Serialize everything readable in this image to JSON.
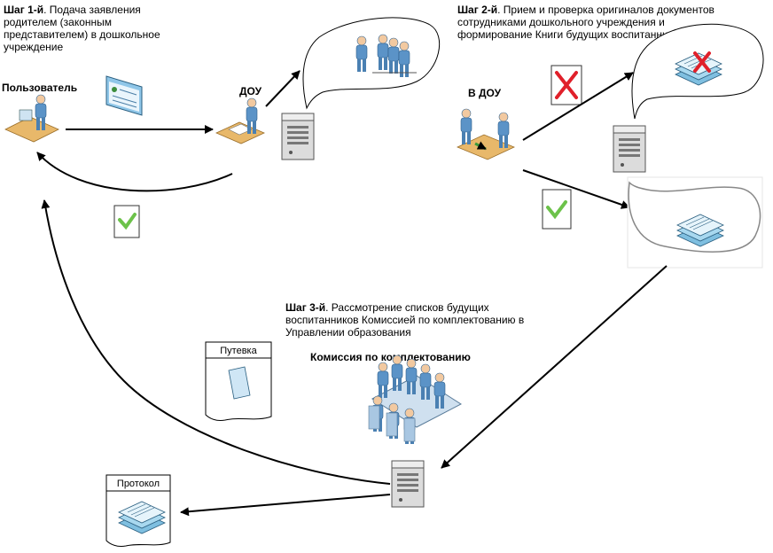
{
  "steps": [
    {
      "prefix": "Шаг 1-й",
      "text": ". Подача заявления родителем (законным представителем) в дошкольное учреждение"
    },
    {
      "prefix": "Шаг 2-й",
      "text": ". Прием и проверка оригиналов документов сотрудниками дошкольного учреждения и формирование Книги будущих воспитанников"
    },
    {
      "prefix": "Шаг 3-й",
      "text": ". Рассмотрение списков будущих воспитанников Комиссией по комплектованию в Управлении образования"
    }
  ],
  "actors": {
    "user": "Пользователь",
    "dou": "ДОУ",
    "in_dou": "В ДОУ",
    "commission": "Комиссия по комплектованию"
  },
  "documents": {
    "putevka": "Путевка",
    "protocol": "Протокол"
  },
  "colors": {
    "person": "#5b93c7",
    "desk": "#e8b86a",
    "check": "#6cc24a",
    "cross": "#e0202a",
    "arrow": "#000000"
  }
}
